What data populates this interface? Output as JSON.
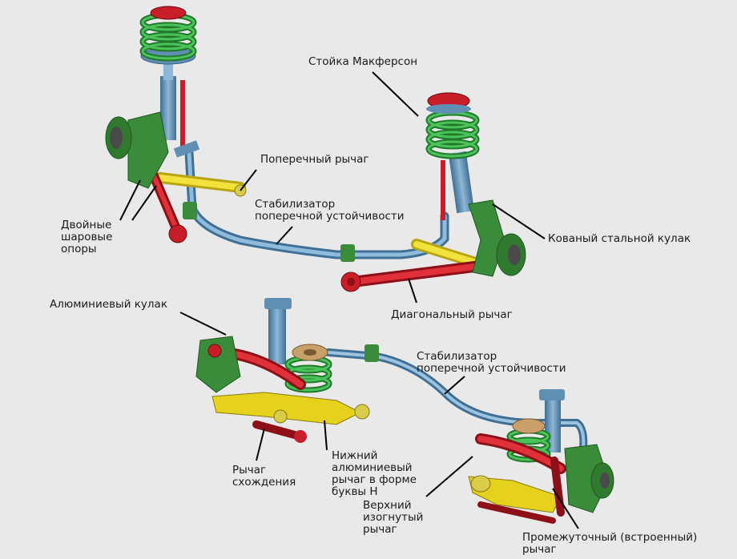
{
  "labels": {
    "macpherson": "Стойка Макферсон",
    "transverse_arm": "Поперечный рычаг",
    "front_stabilizer": "Стабилизатор\nпоперечной устойчивости",
    "ball_joints": "Двойные\nшаровые\nопоры",
    "forged_knuckle": "Кованый стальной кулак",
    "diagonal_arm": "Диагональный рычаг",
    "aluminum_knuckle": "Алюминиевый кулак",
    "rear_stabilizer": "Стабилизатор\nпоперечной устойчивости",
    "toe_link": "Рычаг\nсхождения",
    "lower_h_arm": "Нижний\nалюминиевый\nрычаг в форме\nбуквы Н",
    "upper_curved_arm": "Верхний\nизогнутый\nрычаг",
    "intermediate_arm": "Промежуточный (встроенный)\nрычаг"
  },
  "colors": {
    "spring": "#2fa23a",
    "strut": "#5f8fb3",
    "knuckle": "#3a8c3a",
    "arm_red": "#c81e2a",
    "arm_yellow": "#e6d21c",
    "stabilizer": "#6b9cc0",
    "bushing": "#c9a06a"
  }
}
